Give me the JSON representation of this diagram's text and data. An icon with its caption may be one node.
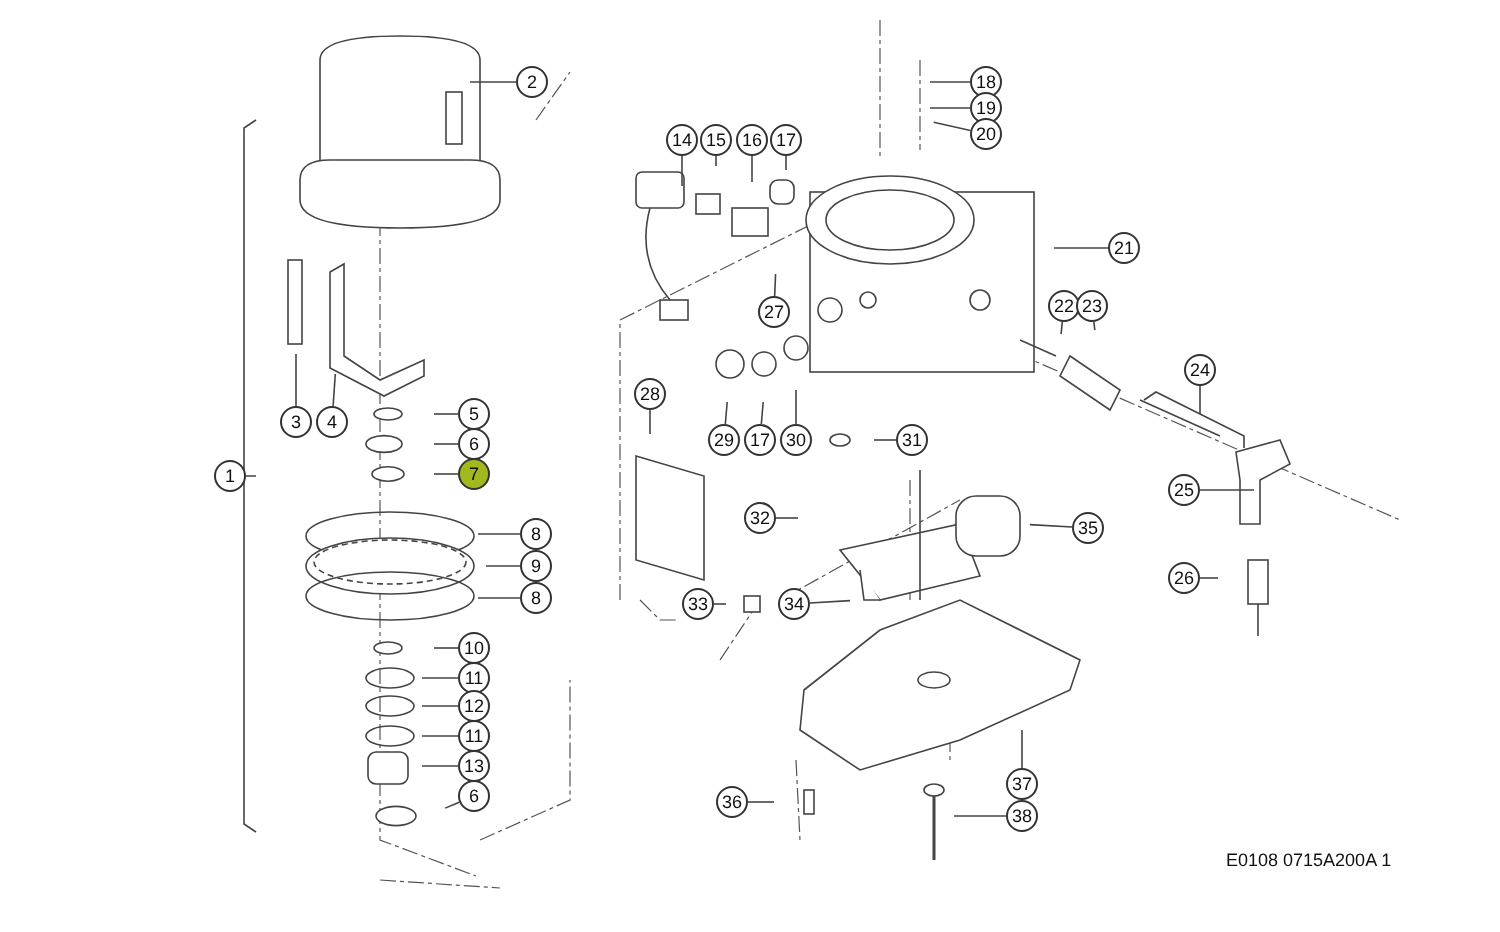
{
  "diagram": {
    "nodes": [
      {
        "text": [
          "1"
        ]
      },
      {
        "text": [
          "2"
        ]
      },
      {
        "text": [
          "3"
        ]
      },
      {
        "text": [
          "4"
        ]
      },
      {
        "text": [
          "5"
        ]
      },
      {
        "text": [
          "6"
        ]
      },
      {
        "text": [
          "7"
        ]
      },
      {
        "text": [
          "8"
        ]
      },
      {
        "text": [
          "9"
        ]
      },
      {
        "text": [
          "8"
        ]
      },
      {
        "text": [
          "10"
        ]
      },
      {
        "text": [
          "11"
        ]
      },
      {
        "text": [
          "12"
        ]
      },
      {
        "text": [
          "11"
        ]
      },
      {
        "text": [
          "13"
        ]
      },
      {
        "text": [
          "6"
        ]
      },
      {
        "text": [
          "14"
        ]
      },
      {
        "text": [
          "15"
        ]
      },
      {
        "text": [
          "16"
        ]
      },
      {
        "text": [
          "17"
        ]
      },
      {
        "text": [
          "18"
        ]
      },
      {
        "text": [
          "19"
        ]
      },
      {
        "text": [
          "20"
        ]
      },
      {
        "text": [
          "21"
        ]
      },
      {
        "text": [
          "22"
        ]
      },
      {
        "text": [
          "23"
        ]
      },
      {
        "text": [
          "24"
        ]
      },
      {
        "text": [
          "27"
        ]
      },
      {
        "text": [
          "28"
        ]
      },
      {
        "text": [
          "29"
        ]
      },
      {
        "text": [
          "17"
        ]
      },
      {
        "text": [
          "30"
        ]
      },
      {
        "text": [
          "31"
        ]
      },
      {
        "text": [
          "25"
        ]
      },
      {
        "text": [
          "26"
        ]
      },
      {
        "text": [
          "32"
        ]
      },
      {
        "text": [
          "35"
        ]
      },
      {
        "text": [
          "33"
        ]
      },
      {
        "text": [
          "34"
        ]
      },
      {
        "text": [
          "36"
        ]
      },
      {
        "text": [
          "37"
        ]
      },
      {
        "text": [
          "38"
        ]
      }
    ],
    "edges": [
      {
        "from": 0,
        "to": null,
        "arrow": "none"
      },
      {
        "from": 1,
        "to": null,
        "arrow": "none"
      },
      {
        "from": 2,
        "to": null,
        "arrow": "none"
      },
      {
        "from": 3,
        "to": null,
        "arrow": "none"
      },
      {
        "from": 4,
        "to": null,
        "arrow": "none"
      },
      {
        "from": 5,
        "to": null,
        "arrow": "none"
      },
      {
        "from": 6,
        "to": null,
        "arrow": "none"
      },
      {
        "from": 7,
        "to": null,
        "arrow": "none"
      },
      {
        "from": 8,
        "to": null,
        "arrow": "none"
      },
      {
        "from": 9,
        "to": null,
        "arrow": "none"
      },
      {
        "from": 10,
        "to": null,
        "arrow": "none"
      },
      {
        "from": 11,
        "to": null,
        "arrow": "none"
      },
      {
        "from": 12,
        "to": null,
        "arrow": "none"
      },
      {
        "from": 13,
        "to": null,
        "arrow": "none"
      },
      {
        "from": 14,
        "to": null,
        "arrow": "none"
      },
      {
        "from": 15,
        "to": null,
        "arrow": "none"
      },
      {
        "from": 16,
        "to": null,
        "arrow": "none"
      },
      {
        "from": 17,
        "to": null,
        "arrow": "none"
      },
      {
        "from": 18,
        "to": null,
        "arrow": "none"
      },
      {
        "from": 19,
        "to": null,
        "arrow": "none"
      },
      {
        "from": 20,
        "to": null,
        "arrow": "none"
      },
      {
        "from": 21,
        "to": null,
        "arrow": "none"
      },
      {
        "from": 22,
        "to": null,
        "arrow": "none"
      },
      {
        "from": 23,
        "to": null,
        "arrow": "none"
      },
      {
        "from": 24,
        "to": null,
        "arrow": "none"
      },
      {
        "from": 25,
        "to": null,
        "arrow": "none"
      },
      {
        "from": 26,
        "to": null,
        "arrow": "none"
      },
      {
        "from": 27,
        "to": null,
        "arrow": "none"
      },
      {
        "from": 28,
        "to": null,
        "arrow": "none"
      },
      {
        "from": 29,
        "to": null,
        "arrow": "none"
      },
      {
        "from": 30,
        "to": null,
        "arrow": "none"
      },
      {
        "from": 31,
        "to": null,
        "arrow": "none"
      },
      {
        "from": 32,
        "to": null,
        "arrow": "none"
      },
      {
        "from": 33,
        "to": null,
        "arrow": "none"
      },
      {
        "from": 34,
        "to": null,
        "arrow": "none"
      },
      {
        "from": 35,
        "to": null,
        "arrow": "none"
      },
      {
        "from": 36,
        "to": null,
        "arrow": "none"
      },
      {
        "from": 37,
        "to": null,
        "arrow": "none"
      },
      {
        "from": 38,
        "to": null,
        "arrow": "none"
      },
      {
        "from": 39,
        "to": null,
        "arrow": "none"
      },
      {
        "from": 40,
        "to": null,
        "arrow": "none"
      },
      {
        "from": 41,
        "to": null,
        "arrow": "none"
      }
    ],
    "labels": [
      "E0108 0715A200A 1"
    ]
  }
}
